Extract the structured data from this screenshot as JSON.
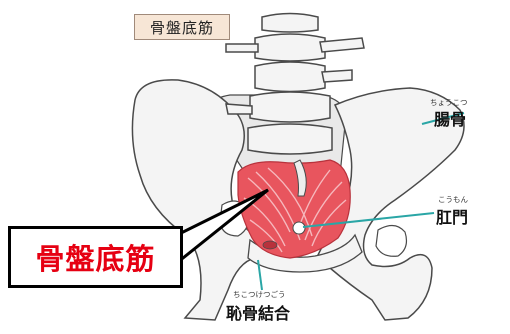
{
  "title": "骨盤底筋",
  "labels": {
    "ilium": {
      "text": "腸骨",
      "ruby": "ちょうこつ"
    },
    "anus": {
      "text": "肛門",
      "ruby": "こうもん"
    },
    "pubic_symphysis": {
      "text": "恥骨結合",
      "ruby": "ちこつけつごう"
    }
  },
  "callout": {
    "text": "骨盤底筋"
  },
  "colors": {
    "bone_fill": "#f4f4f4",
    "bone_outline": "#4a4a4a",
    "muscle": "#e8555e",
    "leader_line": "#2aa6a6",
    "callout_text": "#e60012",
    "title_bg": "#f7e6d6"
  }
}
